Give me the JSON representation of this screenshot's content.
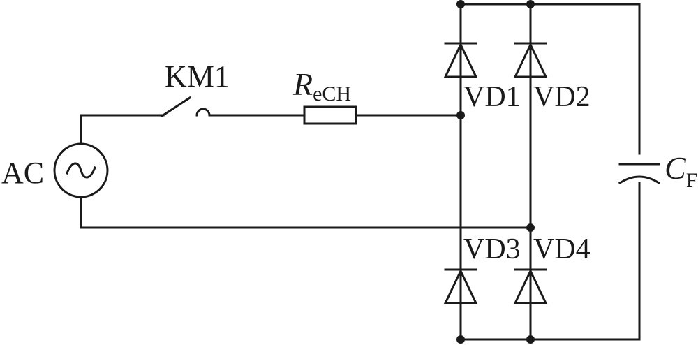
{
  "labels": {
    "source": "AC",
    "switch": "KM1",
    "resistor_main": "R",
    "resistor_sub": "eCH",
    "capacitor_main": "C",
    "capacitor_sub": "F",
    "diode1": "VD1",
    "diode2": "VD2",
    "diode3": "VD3",
    "diode4": "VD4"
  }
}
